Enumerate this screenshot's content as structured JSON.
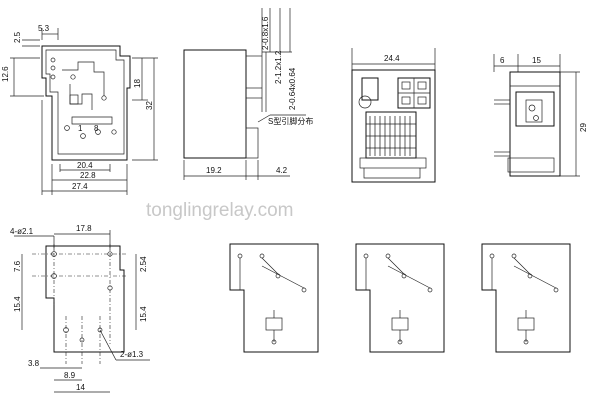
{
  "watermark": "tonglingrelay.com",
  "top_view": {
    "dims": [
      "5.3",
      "2.5",
      "12.6",
      "18",
      "32",
      "20.4",
      "22.8",
      "27.4"
    ]
  },
  "side_view": {
    "dims": [
      "2-0.8x1.6",
      "2-1.2x1.2",
      "2-0.64x0.64",
      "19.2",
      "4.2"
    ],
    "callout": "S型引脚分布"
  },
  "front_view": {
    "dims": [
      "24.4"
    ]
  },
  "end_view": {
    "dims": [
      "6",
      "15",
      "29"
    ]
  },
  "pcb_layout": {
    "dims": [
      "4-ø2.1",
      "17.8",
      "7.6",
      "2.54",
      "15.4",
      "15.4",
      "3.8",
      "8.9",
      "14",
      "2-ø1.3"
    ]
  }
}
